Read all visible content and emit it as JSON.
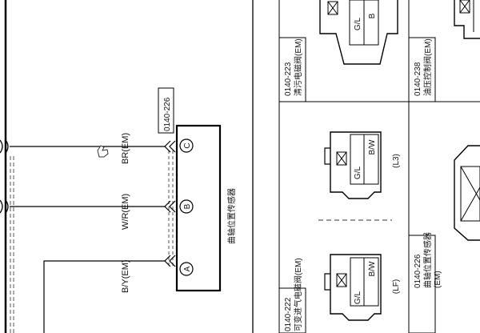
{
  "wires": [
    {
      "color_code": "BR(EM)",
      "pin": "C"
    },
    {
      "color_code": "W/R(EM)",
      "pin": "B"
    },
    {
      "color_code": "B/Y(EM)",
      "pin": "A"
    }
  ],
  "main_connector": {
    "code": "0140-226",
    "name": "曲轴位置传感器"
  },
  "panels": {
    "purge": {
      "code": "0140-223",
      "name": "清污电磁阀(EM)",
      "pins": [
        "G/L",
        "B"
      ]
    },
    "oil": {
      "code": "0140-238",
      "name": "油压控制阀(EM)"
    },
    "vvt": {
      "code": "0140-222",
      "name": "可变进气电磁阀(EM)"
    },
    "crank": {
      "code": "0140-226",
      "name": "曲轴位置传感器",
      "sub": "(EM)"
    }
  },
  "views": [
    {
      "pins": [
        "G/L",
        "B/W"
      ],
      "tag": "(L3)"
    },
    {
      "pins": [
        "G/L",
        "B/W"
      ],
      "tag": "(LF)"
    }
  ]
}
